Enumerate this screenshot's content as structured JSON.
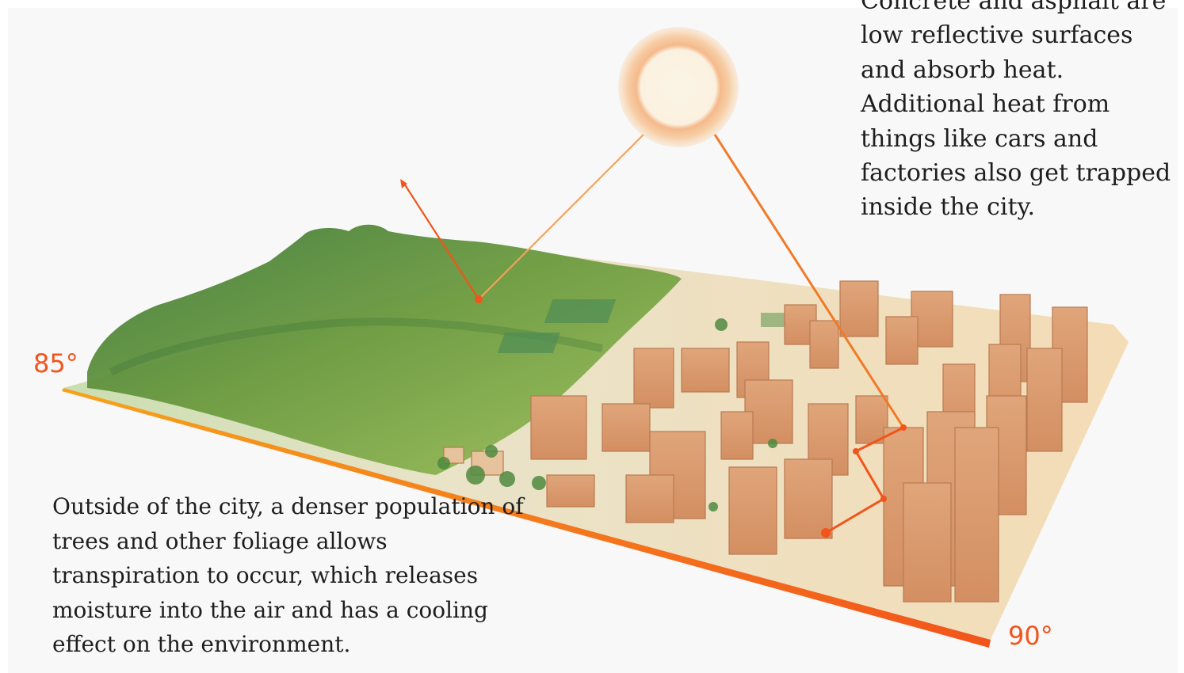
{
  "captions": {
    "city": "Concrete and asphalt are\nlow reflective surfaces\nand absorb heat.\nAdditional heat from\nthings like cars and\nfactories also get trapped\ninside the city.",
    "forest": "Outside of the city, a denser population of\ntrees and other foliage allows\ntranspiration to occur, which releases\nmoisture into the air and has a cooling\neffect on the environment."
  },
  "temperatures": {
    "rural": "85°",
    "urban": "90°"
  },
  "colors": {
    "accent_orange": "#f2541b",
    "ray_orange": "#f07a28",
    "forest_green": "#5f8f3a",
    "city_beige": "#f3ddb8",
    "building": "#d89b72",
    "sun_ring": "#f4b98a"
  }
}
